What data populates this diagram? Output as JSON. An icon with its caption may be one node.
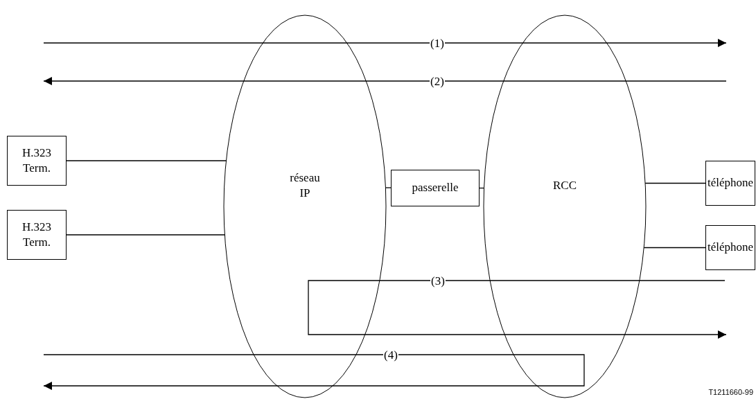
{
  "diagram": {
    "nodes": [
      {
        "text": [
          "H.323 Term."
        ]
      },
      {
        "text": [
          "H.323 Term."
        ]
      },
      {
        "text": [
          "réseau IP"
        ]
      },
      {
        "text": [
          "passerelle"
        ]
      },
      {
        "text": [
          "RCC"
        ]
      },
      {
        "text": [
          "téléphone"
        ]
      },
      {
        "text": [
          "téléphone"
        ]
      }
    ],
    "edges": [
      {
        "from": 0,
        "to": 2,
        "arrow": "none"
      },
      {
        "from": 1,
        "to": 2,
        "arrow": "none"
      },
      {
        "from": 2,
        "to": 3,
        "arrow": "none"
      },
      {
        "from": 3,
        "to": 4,
        "arrow": "none"
      },
      {
        "from": 4,
        "to": 5,
        "arrow": "none"
      },
      {
        "from": 4,
        "to": 6,
        "arrow": "none"
      }
    ],
    "labels": [
      "(1)",
      "(2)",
      "(3)",
      "(4)",
      "T1211660-99"
    ]
  }
}
